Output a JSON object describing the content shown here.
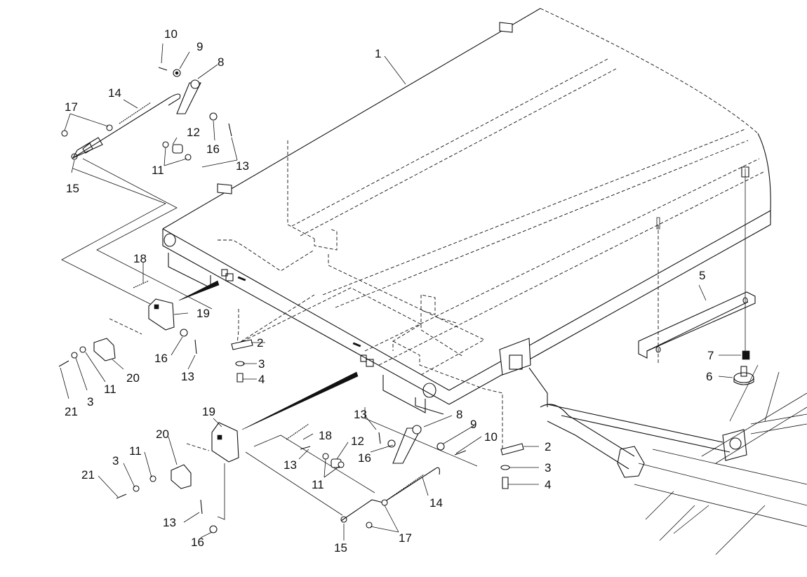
{
  "diagram": {
    "callouts": [
      {
        "id": "c1",
        "text": "1"
      },
      {
        "id": "c2a",
        "text": "2"
      },
      {
        "id": "c3a",
        "text": "3"
      },
      {
        "id": "c4a",
        "text": "4"
      },
      {
        "id": "c5",
        "text": "5"
      },
      {
        "id": "c6",
        "text": "6"
      },
      {
        "id": "c7",
        "text": "7"
      },
      {
        "id": "c8a",
        "text": "8"
      },
      {
        "id": "c9a",
        "text": "9"
      },
      {
        "id": "c10a",
        "text": "10"
      },
      {
        "id": "c11a",
        "text": "11"
      },
      {
        "id": "c12a",
        "text": "12"
      },
      {
        "id": "c13a",
        "text": "13"
      },
      {
        "id": "c14a",
        "text": "14"
      },
      {
        "id": "c15a",
        "text": "15"
      },
      {
        "id": "c16a",
        "text": "16"
      },
      {
        "id": "c17a",
        "text": "17"
      },
      {
        "id": "c18a",
        "text": "18"
      },
      {
        "id": "c19a",
        "text": "19"
      },
      {
        "id": "c16b",
        "text": "16"
      },
      {
        "id": "c13b",
        "text": "13"
      },
      {
        "id": "c20a",
        "text": "20"
      },
      {
        "id": "c11b",
        "text": "11"
      },
      {
        "id": "c3b",
        "text": "3"
      },
      {
        "id": "c21a",
        "text": "21"
      },
      {
        "id": "c8b",
        "text": "8"
      },
      {
        "id": "c9b",
        "text": "9"
      },
      {
        "id": "c10b",
        "text": "10"
      },
      {
        "id": "c13c",
        "text": "13"
      },
      {
        "id": "c12b",
        "text": "12"
      },
      {
        "id": "c16c",
        "text": "16"
      },
      {
        "id": "c18b",
        "text": "18"
      },
      {
        "id": "c13d",
        "text": "13"
      },
      {
        "id": "c11c",
        "text": "11"
      },
      {
        "id": "c19b",
        "text": "19"
      },
      {
        "id": "c20b",
        "text": "20"
      },
      {
        "id": "c11d",
        "text": "11"
      },
      {
        "id": "c3c",
        "text": "3"
      },
      {
        "id": "c21b",
        "text": "21"
      },
      {
        "id": "c13e",
        "text": "13"
      },
      {
        "id": "c16d",
        "text": "16"
      },
      {
        "id": "c14b",
        "text": "14"
      },
      {
        "id": "c15b",
        "text": "15"
      },
      {
        "id": "c17b",
        "text": "17"
      },
      {
        "id": "c2b",
        "text": "2"
      },
      {
        "id": "c3d",
        "text": "3"
      },
      {
        "id": "c4b",
        "text": "4"
      }
    ]
  }
}
